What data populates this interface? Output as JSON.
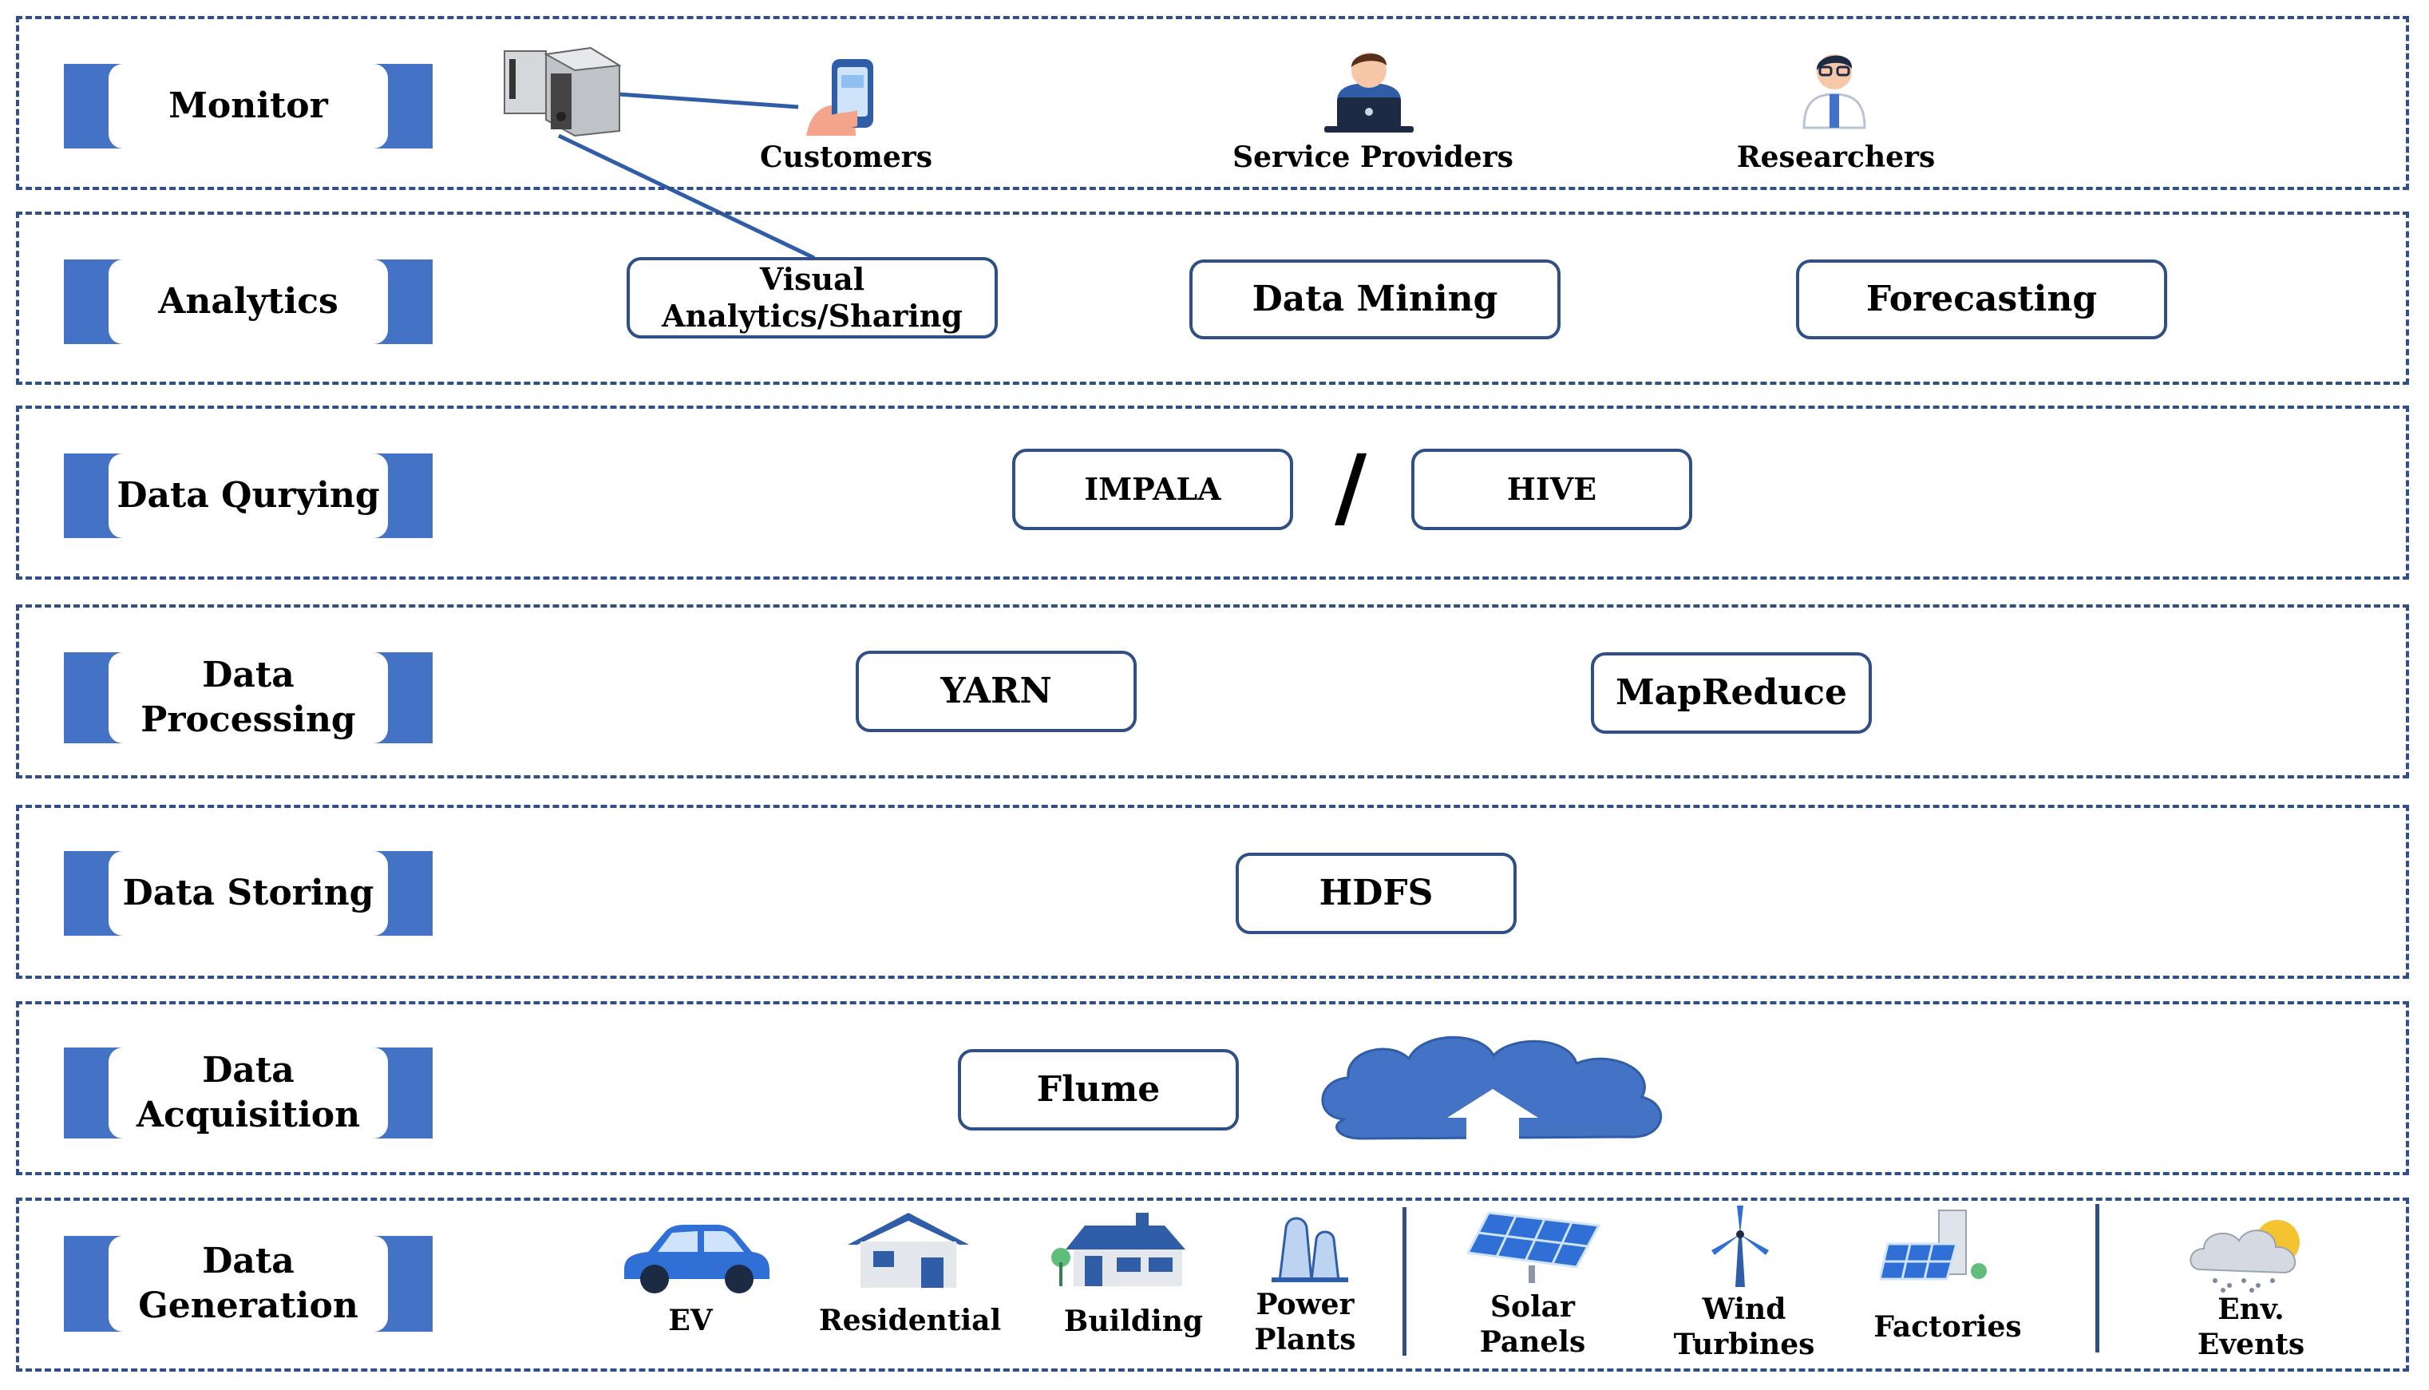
{
  "layers": {
    "monitor": "Monitor",
    "analytics": "Analytics",
    "querying": "Data Qurying",
    "processing": "Data\nProcessing",
    "storing": "Data Storing",
    "acquisition": "Data\nAcquisition",
    "generation": "Data\nGeneration"
  },
  "monitor": {
    "customers": "Customers",
    "service_providers": "Service Providers",
    "researchers": "Researchers"
  },
  "analytics": {
    "visual": "Visual\nAnalytics/Sharing",
    "mining": "Data Mining",
    "forecasting": "Forecasting"
  },
  "querying": {
    "impala": "IMPALA",
    "separator": "/",
    "hive": "HIVE"
  },
  "processing": {
    "yarn": "YARN",
    "mapreduce": "MapReduce"
  },
  "storing": {
    "hdfs": "HDFS"
  },
  "acquisition": {
    "flume": "Flume"
  },
  "generation": {
    "ev": "EV",
    "residential": "Residential",
    "building": "Building",
    "power_plants": "Power\nPlants",
    "solar_panels": "Solar\nPanels",
    "wind_turbines": "Wind\nTurbines",
    "factories": "Factories",
    "env_events": "Env.\nEvents"
  },
  "colors": {
    "accent": "#4472c4",
    "border": "#2f4f86"
  }
}
